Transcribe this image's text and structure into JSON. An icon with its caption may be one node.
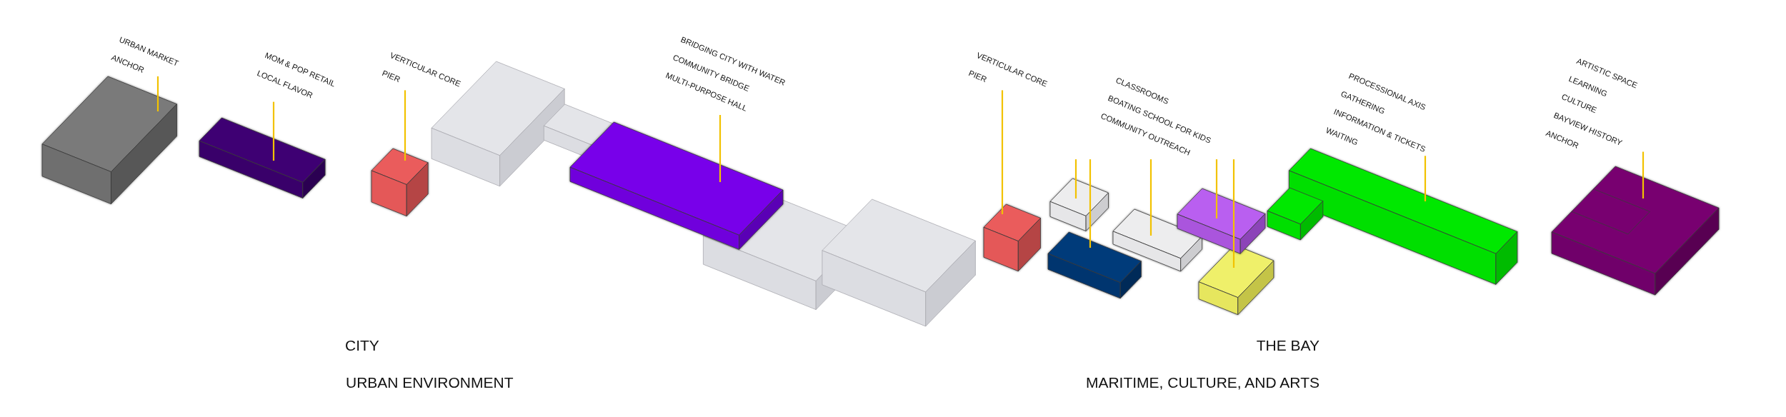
{
  "diagram": {
    "nodes": [
      {
        "text": [
          "URBAN MARKET",
          "ANCHOR"
        ]
      },
      {
        "text": [],
        "shape": "box"
      },
      {
        "text": [
          "MOM & POP RETAIL",
          "LOCAL FLAVOR"
        ]
      },
      {
        "text": [],
        "shape": "box"
      },
      {
        "text": [
          "VERTICULAR CORE",
          "PIER"
        ]
      },
      {
        "text": [],
        "shape": "box"
      },
      {
        "text": [
          "BRIDGING CITY WITH WATER",
          "COMMUNITY BRIDGE",
          "MULTI-PURPOSE HALL"
        ]
      },
      {
        "text": [],
        "shape": "box"
      },
      {
        "text": [
          "VERTICULAR CORE",
          "PIER"
        ]
      },
      {
        "text": [],
        "shape": "box"
      },
      {
        "text": [
          "CLASSROOMS",
          "BOATING SCHOOL FOR KIDS",
          "COMMUNITY OUTREACH"
        ]
      },
      {
        "text": [],
        "shape": "box"
      },
      {
        "text": [],
        "shape": "box"
      },
      {
        "text": [],
        "shape": "box"
      },
      {
        "text": [],
        "shape": "box"
      },
      {
        "text": [],
        "shape": "box"
      },
      {
        "text": [
          "PROCESSIONAL AXIS",
          "GATHERING",
          "INFORMATION & TICKETS",
          "WAITING"
        ]
      },
      {
        "text": [],
        "shape": "box"
      },
      {
        "text": [
          "ARTISTIC SPACE",
          "LEARNING",
          "CULTURE",
          "BAYVIEW HISTORY",
          "ANCHOR"
        ]
      },
      {
        "text": [],
        "shape": "box"
      }
    ],
    "edges": [
      {
        "from": 0,
        "to": 1,
        "arrow": "none"
      },
      {
        "from": 2,
        "to": 3,
        "arrow": "none"
      },
      {
        "from": 4,
        "to": 5,
        "arrow": "none"
      },
      {
        "from": 6,
        "to": 7,
        "arrow": "none"
      },
      {
        "from": 8,
        "to": 9,
        "arrow": "none"
      },
      {
        "from": 10,
        "to": 11,
        "arrow": "none"
      },
      {
        "from": 10,
        "to": 12,
        "arrow": "none"
      },
      {
        "from": 10,
        "to": 13,
        "arrow": "none"
      },
      {
        "from": 10,
        "to": 14,
        "arrow": "none"
      },
      {
        "from": 10,
        "to": 15,
        "arrow": "none"
      },
      {
        "from": 16,
        "to": 17,
        "arrow": "none"
      },
      {
        "from": 18,
        "to": 19,
        "arrow": "none"
      }
    ],
    "labels": [
      "CITY",
      "THE BAY",
      "URBAN ENVIRONMENT",
      "MARITIME, CULTURE, AND ARTS"
    ]
  }
}
